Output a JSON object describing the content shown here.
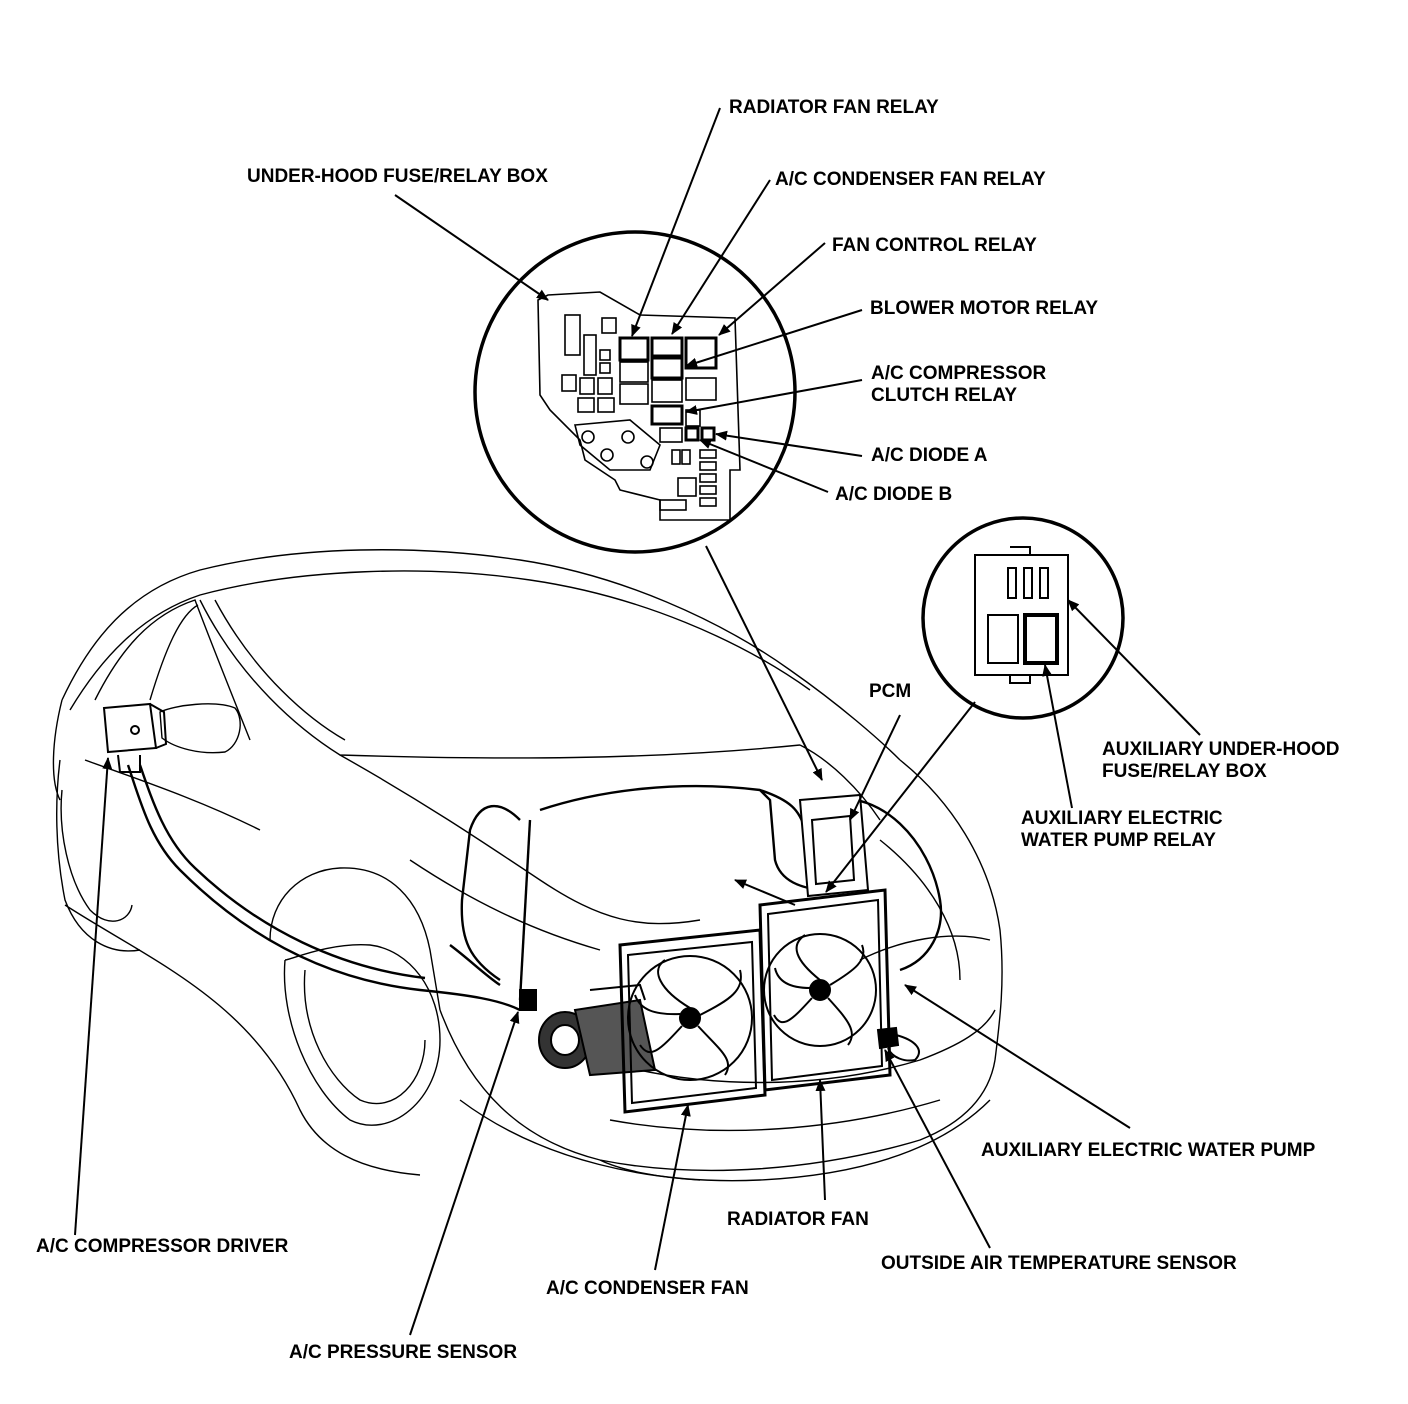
{
  "colors": {
    "ink": "#000000",
    "paper": "#ffffff"
  },
  "labels": {
    "radiator_fan_relay": "RADIATOR FAN RELAY",
    "under_hood_box": "UNDER-HOOD FUSE/RELAY BOX",
    "ac_condenser_fan_relay": "A/C CONDENSER FAN RELAY",
    "fan_control_relay": "FAN CONTROL RELAY",
    "blower_motor_relay": "BLOWER MOTOR RELAY",
    "ac_compressor_clutch_relay_1": "A/C COMPRESSOR",
    "ac_compressor_clutch_relay_2": "CLUTCH RELAY",
    "ac_diode_a": "A/C DIODE A",
    "ac_diode_b": "A/C DIODE B",
    "pcm": "PCM",
    "aux_box_1": "AUXILIARY UNDER-HOOD",
    "aux_box_2": "FUSE/RELAY BOX",
    "aux_pump_relay_1": "AUXILIARY ELECTRIC",
    "aux_pump_relay_2": "WATER PUMP RELAY",
    "aux_water_pump": "AUXILIARY ELECTRIC WATER PUMP",
    "radiator_fan": "RADIATOR FAN",
    "ac_compressor_driver": "A/C COMPRESSOR DRIVER",
    "outside_air_temp_sensor": "OUTSIDE AIR TEMPERATURE SENSOR",
    "ac_condenser_fan": "A/C CONDENSER FAN",
    "ac_pressure_sensor": "A/C PRESSURE SENSOR"
  }
}
